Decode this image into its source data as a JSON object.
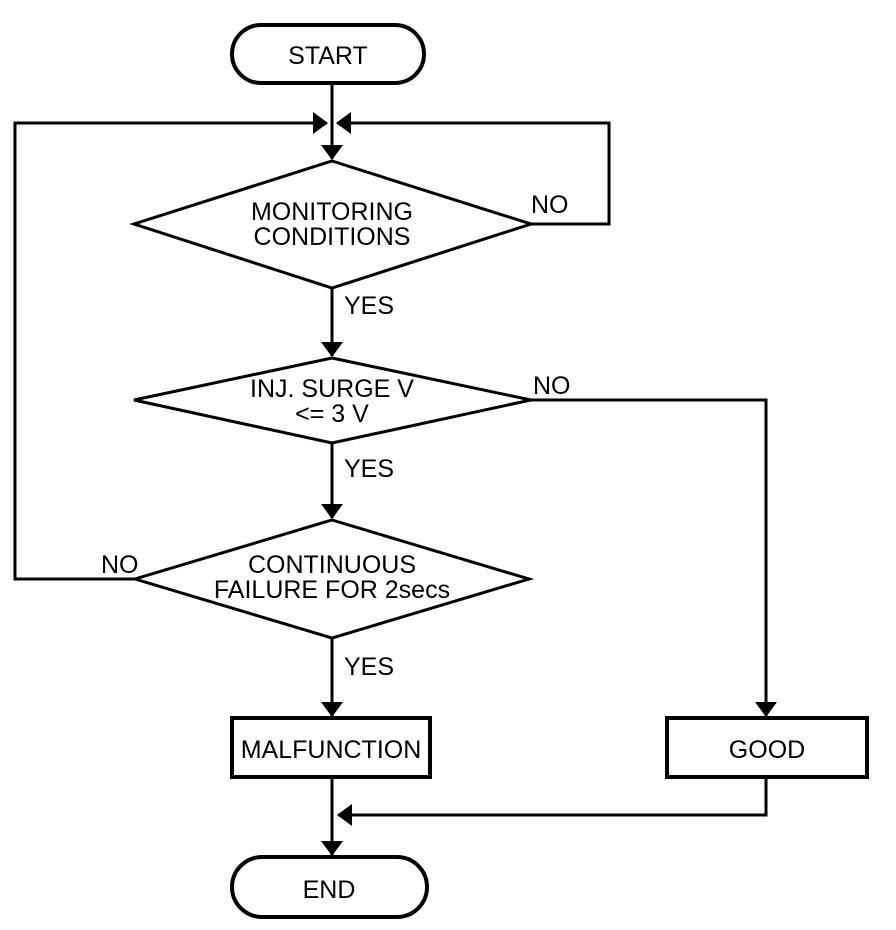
{
  "colors": {
    "stroke": "#000000",
    "background": "#ffffff",
    "text": "#000000"
  },
  "flowchart": {
    "start": {
      "label": "START"
    },
    "decisions": {
      "monitoring": {
        "line1": "MONITORING",
        "line2": "CONDITIONS",
        "yes": "YES",
        "no": "NO"
      },
      "surge": {
        "line1": "INJ. SURGE V",
        "line2": "<= 3 V",
        "yes": "YES",
        "no": "NO"
      },
      "continuous": {
        "line1": "CONTINUOUS",
        "line2": "FAILURE FOR 2secs",
        "yes": "YES",
        "no": "NO"
      }
    },
    "processes": {
      "malfunction": {
        "label": "MALFUNCTION"
      },
      "good": {
        "label": "GOOD"
      }
    },
    "end": {
      "label": "END"
    }
  }
}
